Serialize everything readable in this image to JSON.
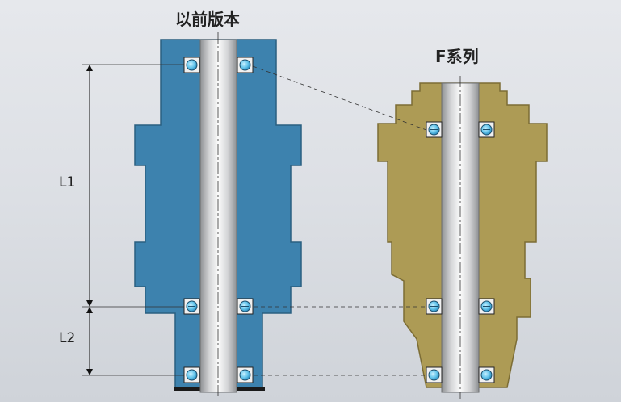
{
  "titles": {
    "previous_version": "以前版本",
    "f_series": "F系列"
  },
  "dimensions": {
    "l1": "L1",
    "l2": "L2"
  },
  "colors": {
    "previous_body": "#3d82ae",
    "f_series_body": "#ad9b55",
    "shaft": "#e8e8e8",
    "seal_ring": "#6fc8ea",
    "background": "#dde0e5"
  }
}
